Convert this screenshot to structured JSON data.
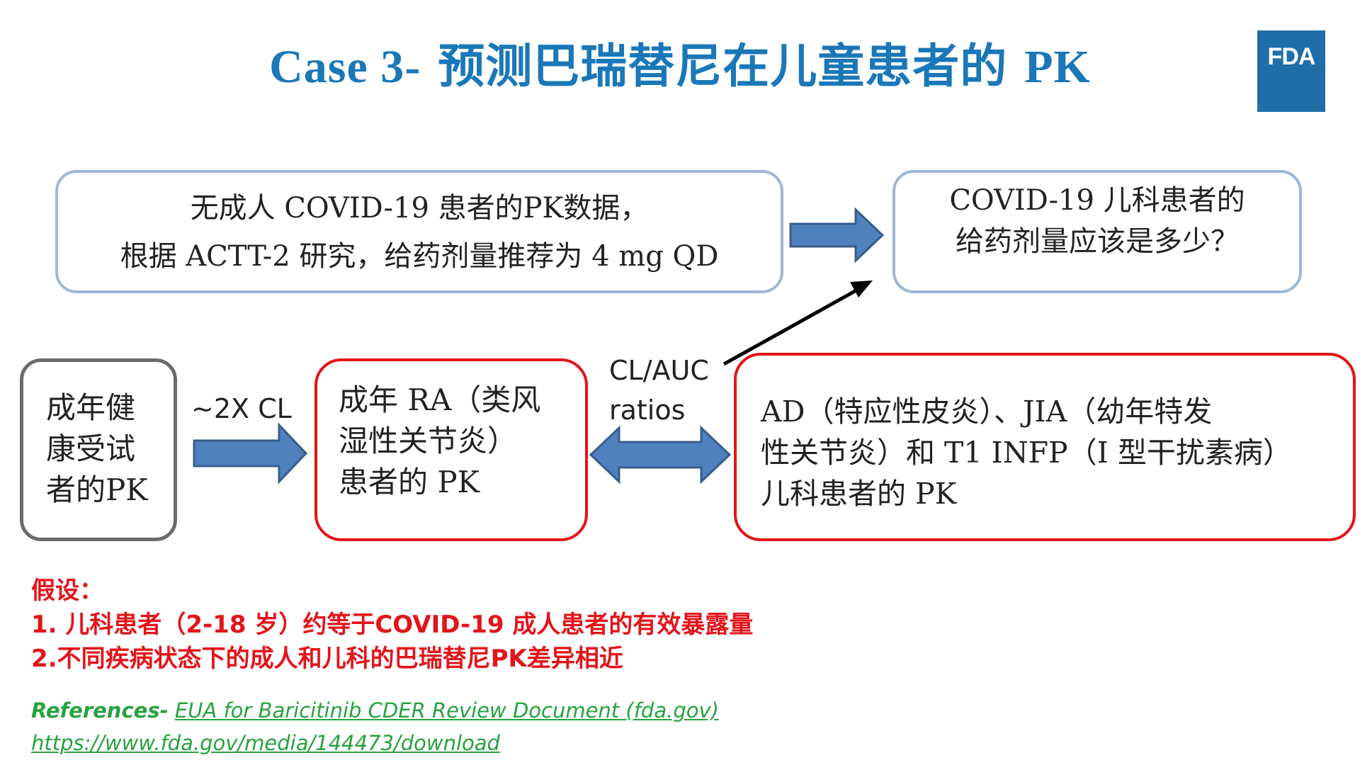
{
  "title": {
    "prefix": "Case 3-",
    "main": "预测巴瑞替尼在儿童患者的",
    "suffix": "PK"
  },
  "logo": {
    "text": "FDA"
  },
  "boxes": {
    "adult_covid": {
      "lines": [
        "无成人 COVID-19 患者的PK数据，",
        "根据 ACTT-2 研究，给药剂量推荐为 4 mg QD"
      ]
    },
    "pediatric_question": {
      "lines": [
        "COVID-19 儿科患者的",
        "给药剂量应该是多少？"
      ]
    },
    "healthy_adult": {
      "lines": [
        "成年健",
        "康受试",
        "者的PK"
      ]
    },
    "ra_adult": {
      "lines": [
        "成年 RA（类风",
        "湿性关节炎）",
        "患者的 PK"
      ]
    },
    "pediatric_diseases": {
      "lines": [
        "AD（特应性皮炎）、JIA（幼年特发",
        "性关节炎）和 T1 INFP（I 型干扰素病）",
        "儿科患者的 PK"
      ]
    }
  },
  "arrow_labels": {
    "cl_2x": "~2X CL",
    "cl_auc_line1": "CL/AUC",
    "cl_auc_line2": "ratios"
  },
  "assumptions": {
    "heading": "假设：",
    "items": [
      "1. 儿科患者（2-18 岁）约等于COVID-19 成人患者的有效暴露量",
      "2.不同疾病状态下的成人和儿科的巴瑞替尼PK差异相近"
    ]
  },
  "references": {
    "label": "References-",
    "link1": "EUA for Baricitinib CDER Review Document (fda.gov)",
    "link2": "https://www.fda.gov/media/144473/download"
  },
  "colors": {
    "title": "#1a78b9",
    "arrow_fill": "#4f81bd",
    "arrow_stroke": "#385d8a",
    "red": "#e3141a",
    "green": "#27a33e"
  }
}
